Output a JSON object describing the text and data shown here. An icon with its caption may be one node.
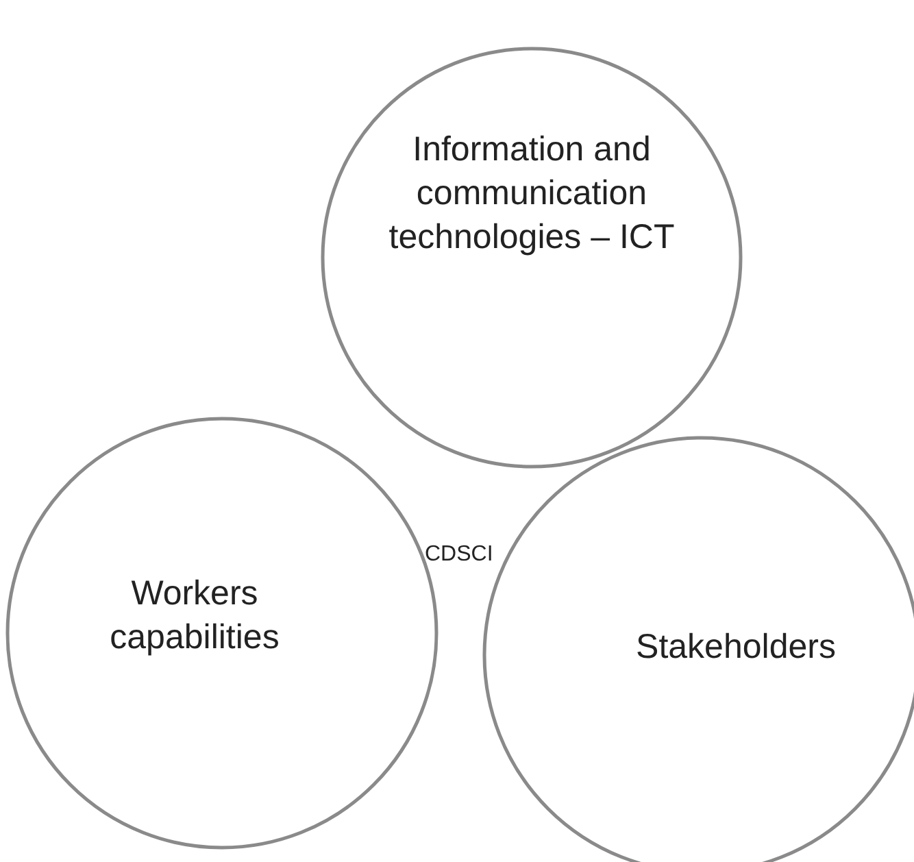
{
  "diagram": {
    "nodes": [
      {
        "text": [
          "Information and communication technologies – ICT"
        ]
      },
      {
        "text": [
          "Workers capabilities"
        ]
      },
      {
        "text": [
          "Stakeholders"
        ]
      }
    ],
    "labels": [
      "CDSCI"
    ]
  }
}
